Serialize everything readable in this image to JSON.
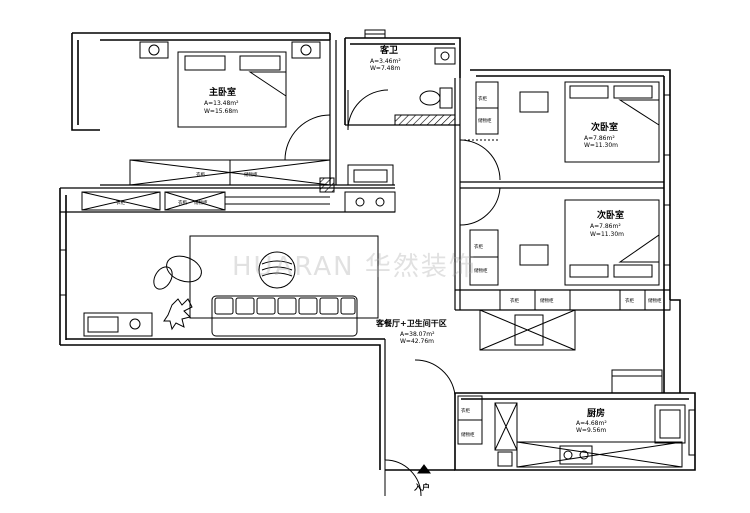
{
  "rooms": {
    "master_bedroom": {
      "name": "主卧室",
      "area": "A=13.48m²",
      "perimeter": "W=15.68m"
    },
    "guest_bath": {
      "name": "客卫",
      "area": "A=3.46m²",
      "perimeter": "W=7.48m"
    },
    "second_bedroom_top": {
      "name": "次卧室",
      "area": "A=7.86m²",
      "perimeter": "W=11.30m"
    },
    "second_bedroom_bottom": {
      "name": "次卧室",
      "area": "A=7.86m²",
      "perimeter": "W=11.30m"
    },
    "living_area": {
      "name": "客餐厅+卫生间干区",
      "area": "A=38.07m²",
      "perimeter": "W=42.76m"
    },
    "kitchen": {
      "name": "厨房",
      "area": "A=4.68m²",
      "perimeter": "W=9.56m"
    }
  },
  "entrance": {
    "label": "入户"
  },
  "fixtures": {
    "wardrobe": "衣柜",
    "storage": "储物柜"
  },
  "watermark": "HUARAN 华然装饰",
  "colors": {
    "line": "#000000",
    "background": "#ffffff",
    "watermark": "#aaaaaa"
  }
}
